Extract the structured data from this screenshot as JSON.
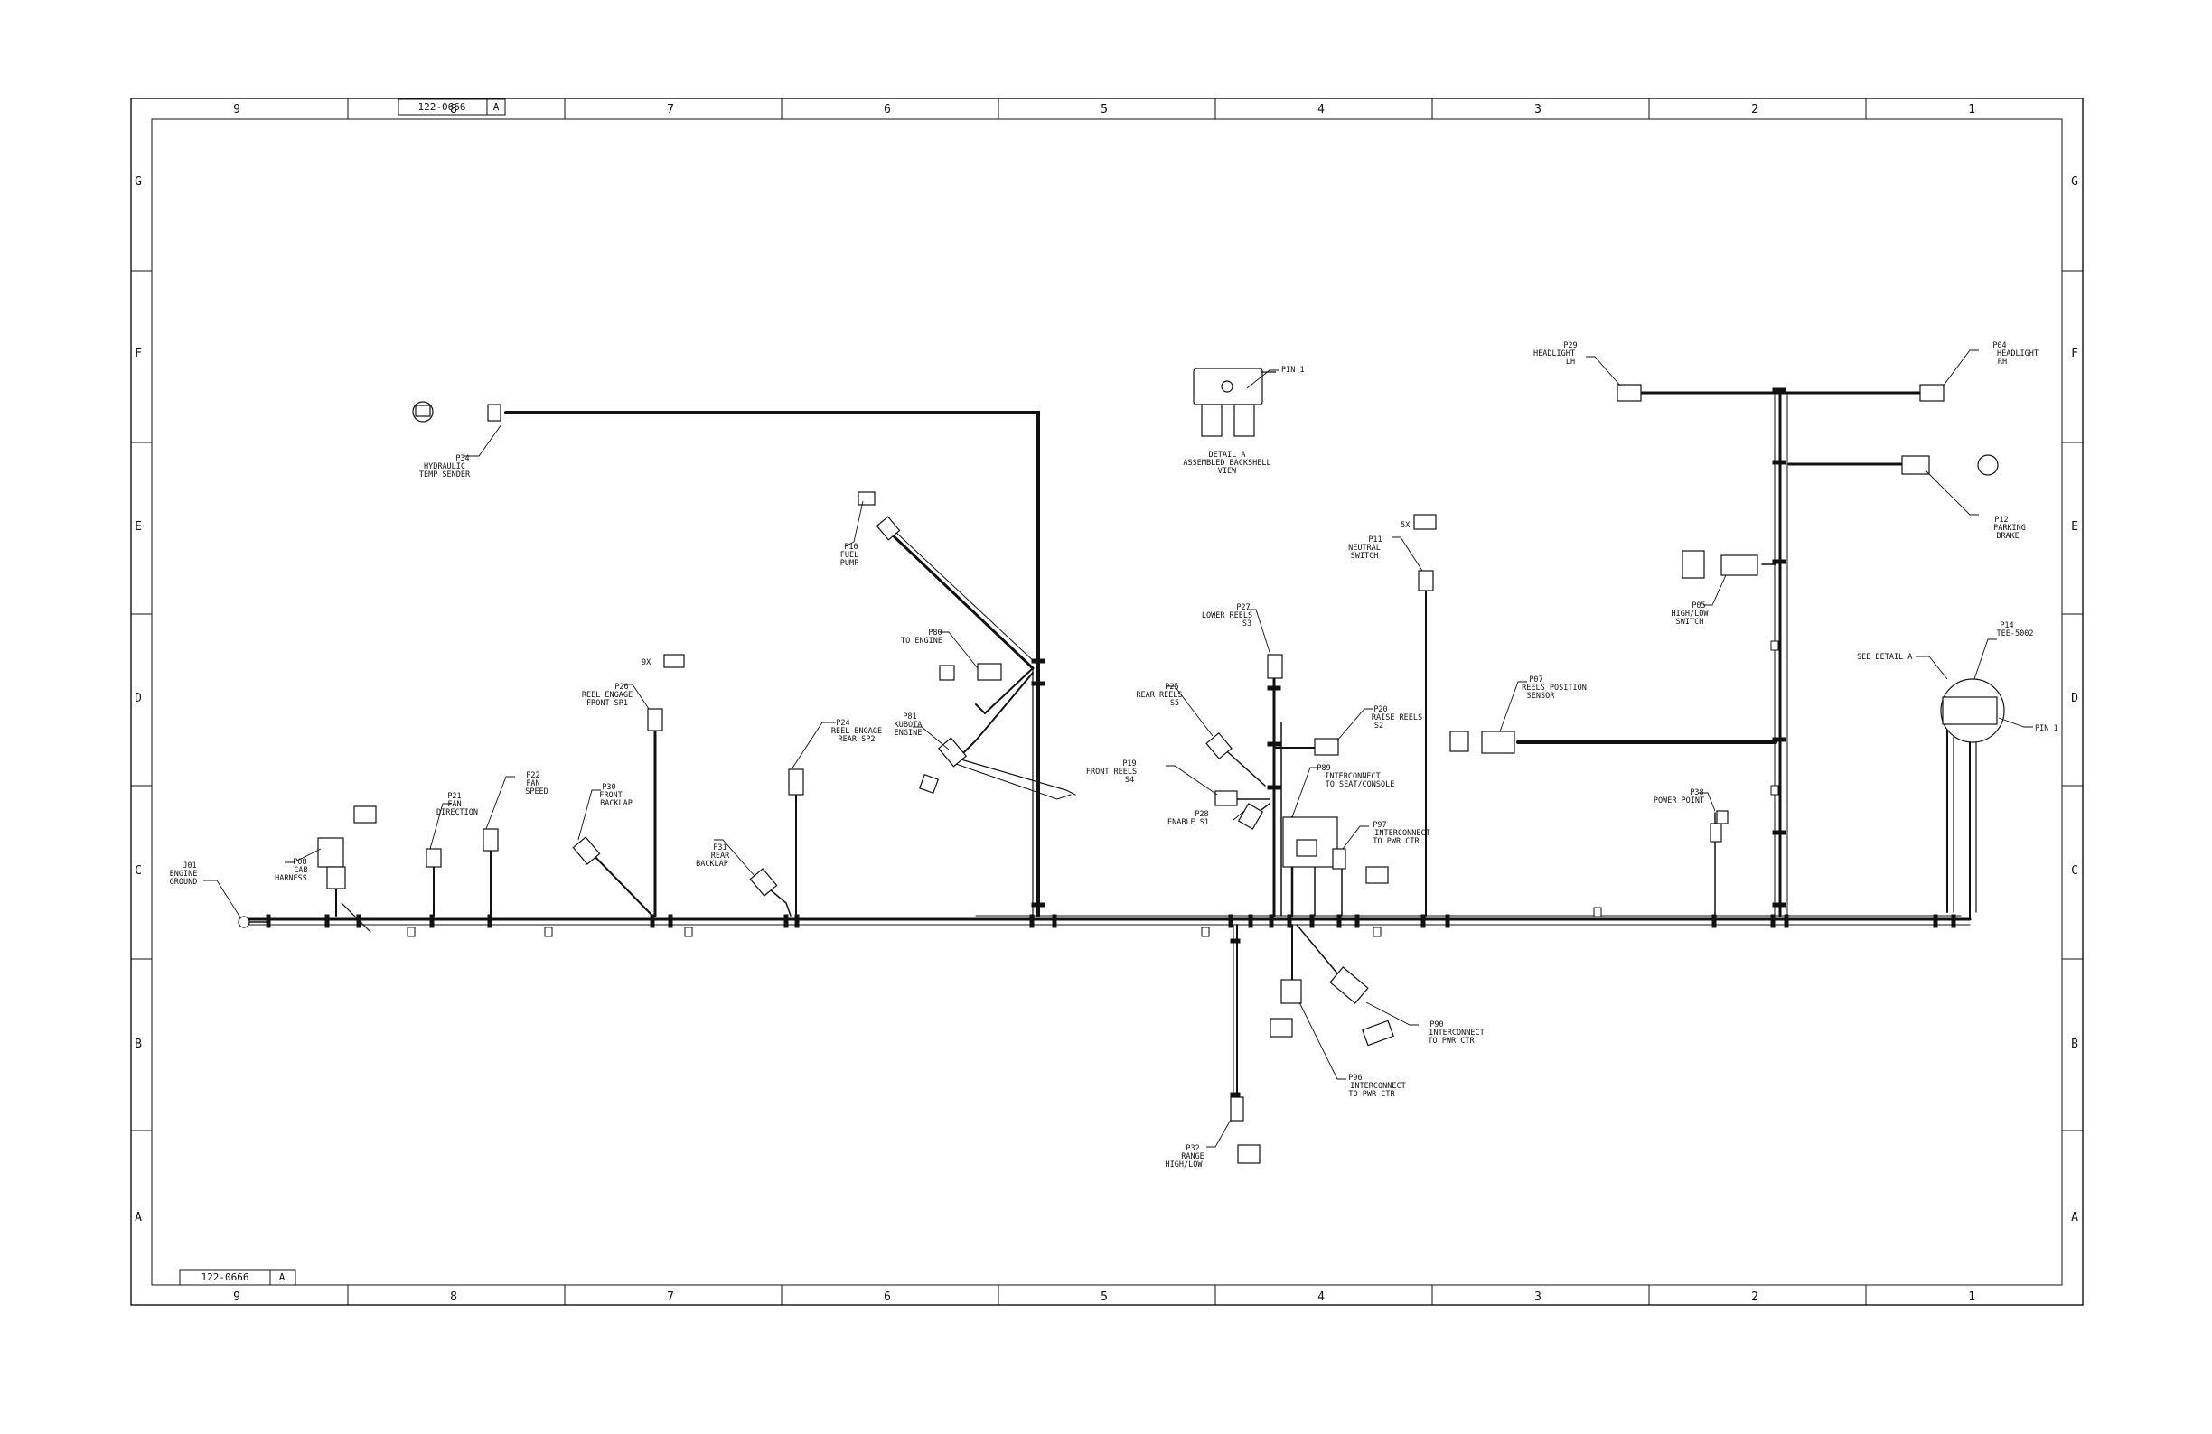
{
  "title_block": {
    "top_part_number": "122-0666",
    "top_revision": "A",
    "bottom_part_number": "122-0666",
    "bottom_revision": "A"
  },
  "zones": {
    "columns": [
      "9",
      "8",
      "7",
      "6",
      "5",
      "4",
      "3",
      "2",
      "1"
    ],
    "rows": [
      "G",
      "F",
      "E",
      "D",
      "C",
      "B",
      "A"
    ]
  },
  "connectors": {
    "p34": [
      "P34",
      "HYDRAULIC",
      "TEMP SENDER"
    ],
    "p10": [
      "P10",
      "FUEL",
      "PUMP"
    ],
    "p80": [
      "P80",
      "TO ENGINE"
    ],
    "p81": [
      "P81",
      "KUBOTA",
      "ENGINE"
    ],
    "p26": [
      "P26",
      "REEL ENGAGE",
      "FRONT SP1"
    ],
    "p24": [
      "P24",
      "REEL ENGAGE",
      "REAR SP2"
    ],
    "p21": [
      "P21",
      "FAN",
      "DIRECTION"
    ],
    "p22": [
      "P22",
      "FAN",
      "SPEED"
    ],
    "p30": [
      "P30",
      "FRONT",
      "BACKLAP"
    ],
    "p31": [
      "P31",
      "REAR",
      "BACKLAP"
    ],
    "p08": [
      "P08",
      "CAB",
      "HARNESS"
    ],
    "j01": [
      "J01",
      "ENGINE",
      "GROUND"
    ],
    "p27": [
      "P27",
      "LOWER REELS",
      "S3"
    ],
    "p25": [
      "P25",
      "REAR REELS",
      "S5"
    ],
    "p19": [
      "P19",
      "FRONT REELS",
      "S4"
    ],
    "p28": [
      "P28",
      "ENABLE S1"
    ],
    "p20": [
      "P20",
      "RAISE REELS",
      "S2"
    ],
    "p89": [
      "P89",
      "INTERCONNECT",
      "TO SEAT/CONSOLE"
    ],
    "p97": [
      "P97",
      "INTERCONNECT",
      "TO PWR CTR"
    ],
    "p11": [
      "P11",
      "NEUTRAL",
      "SWITCH"
    ],
    "p07": [
      "P07",
      "REELS POSITION",
      "SENSOR"
    ],
    "p38": [
      "P38",
      "POWER POINT"
    ],
    "p05": [
      "P05",
      "HIGH/LOW",
      "SWITCH"
    ],
    "p29": [
      "P29",
      "HEADLIGHT",
      "LH"
    ],
    "p04": [
      "P04",
      "HEADLIGHT",
      "RH"
    ],
    "p12": [
      "P12",
      "PARKING",
      "BRAKE"
    ],
    "p14": [
      "P14",
      "TEE-5002"
    ],
    "p32": [
      "P32",
      "RANGE",
      "HIGH/LOW"
    ],
    "p90": [
      "P90",
      "INTERCONNECT",
      "TO PWR CTR"
    ],
    "p96": [
      "P96",
      "INTERCONNECT",
      "TO PWR CTR"
    ]
  },
  "detail_a": {
    "pin_label": "PIN 1",
    "caption": [
      "DETAIL A",
      "ASSEMBLED BACKSHELL",
      "VIEW"
    ]
  },
  "see_detail": "SEE DETAIL A",
  "pin1_right": "PIN 1",
  "view_counts": {
    "p26_view": "9X",
    "p11_view": "5X"
  }
}
